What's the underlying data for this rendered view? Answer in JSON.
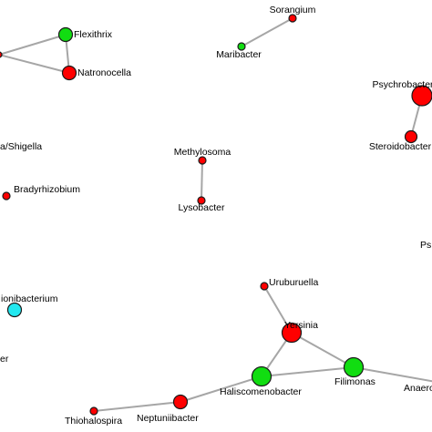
{
  "colors": {
    "red": "#ff0000",
    "green": "#11dd11",
    "cyan": "#22e8f0",
    "edge": "#a6a6a6"
  },
  "nodes": [
    {
      "id": "flexithrix",
      "label": "Flexithrix",
      "color": "green"
    },
    {
      "id": "natronocella",
      "label": "Natronocella",
      "color": "red"
    },
    {
      "id": "left-hub",
      "label": "",
      "color": "red"
    },
    {
      "id": "sorangium",
      "label": "Sorangium",
      "color": "red"
    },
    {
      "id": "maribacter",
      "label": "Maribacter",
      "color": "green"
    },
    {
      "id": "psychrobacter",
      "label": "Psychrobacter",
      "color": "red"
    },
    {
      "id": "steroidobacter",
      "label": "Steroidobacter",
      "color": "red"
    },
    {
      "id": "shigella",
      "label": "a/Shigella",
      "color": "red"
    },
    {
      "id": "methylosoma",
      "label": "Methylosoma",
      "color": "red"
    },
    {
      "id": "lysobacter",
      "label": "Lysobacter",
      "color": "red"
    },
    {
      "id": "bradyrhizobium",
      "label": "Bradyrhizobium",
      "color": "red"
    },
    {
      "id": "pse-partial",
      "label": "Ps",
      "color": "red"
    },
    {
      "id": "propionibacterium",
      "label": "ionibacterium",
      "color": "cyan"
    },
    {
      "id": "left-bottom-partial",
      "label": "er",
      "color": "red"
    },
    {
      "id": "uruburuella",
      "label": "Uruburuella",
      "color": "red"
    },
    {
      "id": "yersinia",
      "label": "Yersinia",
      "color": "red"
    },
    {
      "id": "haliscomenobacter",
      "label": "Haliscomenobacter",
      "color": "green"
    },
    {
      "id": "filimonas",
      "label": "Filimonas",
      "color": "green"
    },
    {
      "id": "anaero-partial",
      "label": "Anaero",
      "color": "red"
    },
    {
      "id": "thiohalospira",
      "label": "Thiohalospira",
      "color": "red"
    },
    {
      "id": "neptuniibacter",
      "label": "Neptuniibacter",
      "color": "red"
    }
  ],
  "edges": [
    [
      "left-hub",
      "flexithrix"
    ],
    [
      "left-hub",
      "natronocella"
    ],
    [
      "flexithrix",
      "natronocella"
    ],
    [
      "sorangium",
      "maribacter"
    ],
    [
      "psychrobacter",
      "steroidobacter"
    ],
    [
      "methylosoma",
      "lysobacter"
    ],
    [
      "uruburuella",
      "yersinia"
    ],
    [
      "yersinia",
      "haliscomenobacter"
    ],
    [
      "yersinia",
      "filimonas"
    ],
    [
      "haliscomenobacter",
      "filimonas"
    ],
    [
      "filimonas",
      "anaero-partial"
    ],
    [
      "haliscomenobacter",
      "neptuniibacter"
    ],
    [
      "neptuniibacter",
      "thiohalospira"
    ]
  ]
}
